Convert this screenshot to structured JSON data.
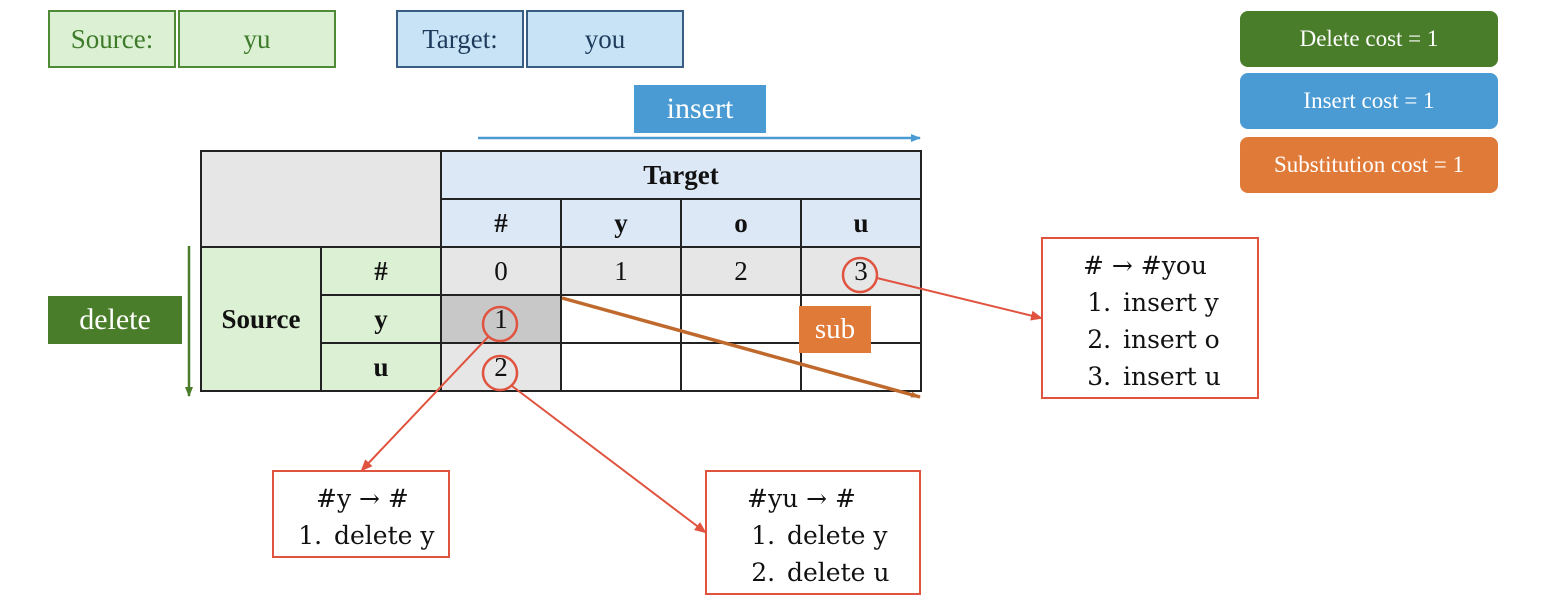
{
  "source": {
    "label": "Source:",
    "value": "yu"
  },
  "target": {
    "label": "Target:",
    "value": "you"
  },
  "legend": {
    "delete": "Delete cost = 1",
    "insert": "Insert cost = 1",
    "substitution": "Substitution cost = 1"
  },
  "labels": {
    "insert": "insert",
    "delete": "delete",
    "sub": "sub"
  },
  "table": {
    "target_header": "Target",
    "source_header": "Source",
    "target_chars": [
      "#",
      "y",
      "o",
      "u"
    ],
    "source_chars": [
      "#",
      "y",
      "u"
    ],
    "row0_values": [
      "0",
      "1",
      "2",
      "3"
    ],
    "col0_values": [
      "1",
      "2"
    ]
  },
  "callouts": {
    "insert_path": {
      "title": "# → #you",
      "steps": [
        "insert y",
        "insert o",
        "insert u"
      ]
    },
    "delete_one": {
      "title": "#y → #",
      "steps": [
        "delete y"
      ]
    },
    "delete_two": {
      "title": "#yu → #",
      "steps": [
        "delete y",
        "delete u"
      ]
    }
  },
  "colors": {
    "delete": "#4a7d2a",
    "insert": "#4a9bd3",
    "substitution": "#e07a38",
    "arrow_red": "#e0533f",
    "sub_line": "#c0692c"
  }
}
